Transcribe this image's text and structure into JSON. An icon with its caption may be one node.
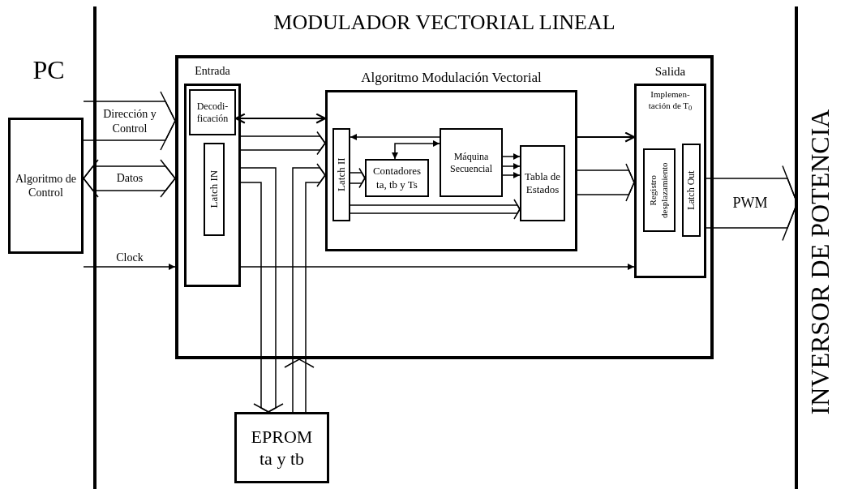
{
  "diagram": {
    "nodes": [
      {
        "text": [
          "MODULADOR VECTORIAL LINEAL"
        ]
      },
      {
        "text": [
          "Algoritmo de Control"
        ]
      },
      {
        "text": [
          "Entrada"
        ],
        "in": 0
      },
      {
        "text": [
          "Decodi- ficación"
        ],
        "in": 2
      },
      {
        "text": [
          "Latch IN"
        ],
        "in": 2
      },
      {
        "text": [
          "Algoritmo Modulación Vectorial"
        ],
        "in": 0
      },
      {
        "text": [
          "Latch II"
        ],
        "in": 5
      },
      {
        "text": [
          "Contadores ta, tb y Ts"
        ],
        "in": 5
      },
      {
        "text": [
          "Máquina Secuencial"
        ],
        "in": 5
      },
      {
        "text": [
          "Tabla de Estados"
        ],
        "in": 5
      },
      {
        "text": [
          "Salida",
          "Implemen- tación de T$_{0}$"
        ],
        "in": 0
      },
      {
        "text": [
          "Registro desplazamiento"
        ],
        "in": 10
      },
      {
        "text": [
          "Latch Out"
        ],
        "in": 10
      },
      {
        "text": [
          "EPROM",
          "ta y tb"
        ]
      },
      {
        "text": [
          "INVERSOR DE POTENCIA"
        ]
      }
    ],
    "edges": [
      {
        "from": 1,
        "to": 0,
        "arrow": "to",
        "label": "Dirección y Control"
      },
      {
        "from": 1,
        "to": 0,
        "arrow": "both",
        "label": "Datos"
      },
      {
        "from": 1,
        "to": 0,
        "arrow": "to",
        "label": "Clock"
      },
      {
        "from": 2,
        "to": 10,
        "arrow": "to"
      },
      {
        "from": 3,
        "to": 5,
        "arrow": "both"
      },
      {
        "from": 2,
        "to": 5,
        "arrow": "to"
      },
      {
        "from": 2,
        "to": 13,
        "arrow": "to"
      },
      {
        "from": 13,
        "to": 5,
        "arrow": "to"
      },
      {
        "from": 8,
        "to": 6,
        "arrow": "to"
      },
      {
        "from": 8,
        "to": 7,
        "arrow": "both"
      },
      {
        "from": 6,
        "to": 7,
        "arrow": "to"
      },
      {
        "from": 8,
        "to": 9,
        "arrow": "to"
      },
      {
        "from": 8,
        "to": 9,
        "arrow": "to"
      },
      {
        "from": 8,
        "to": 9,
        "arrow": "to"
      },
      {
        "from": 6,
        "to": 9,
        "arrow": "to"
      },
      {
        "from": 5,
        "to": 10,
        "arrow": "to"
      },
      {
        "from": 5,
        "to": 10,
        "arrow": "to"
      },
      {
        "from": 10,
        "to": 14,
        "arrow": "to",
        "label": "PWM"
      }
    ],
    "labels": [
      "PC"
    ]
  }
}
